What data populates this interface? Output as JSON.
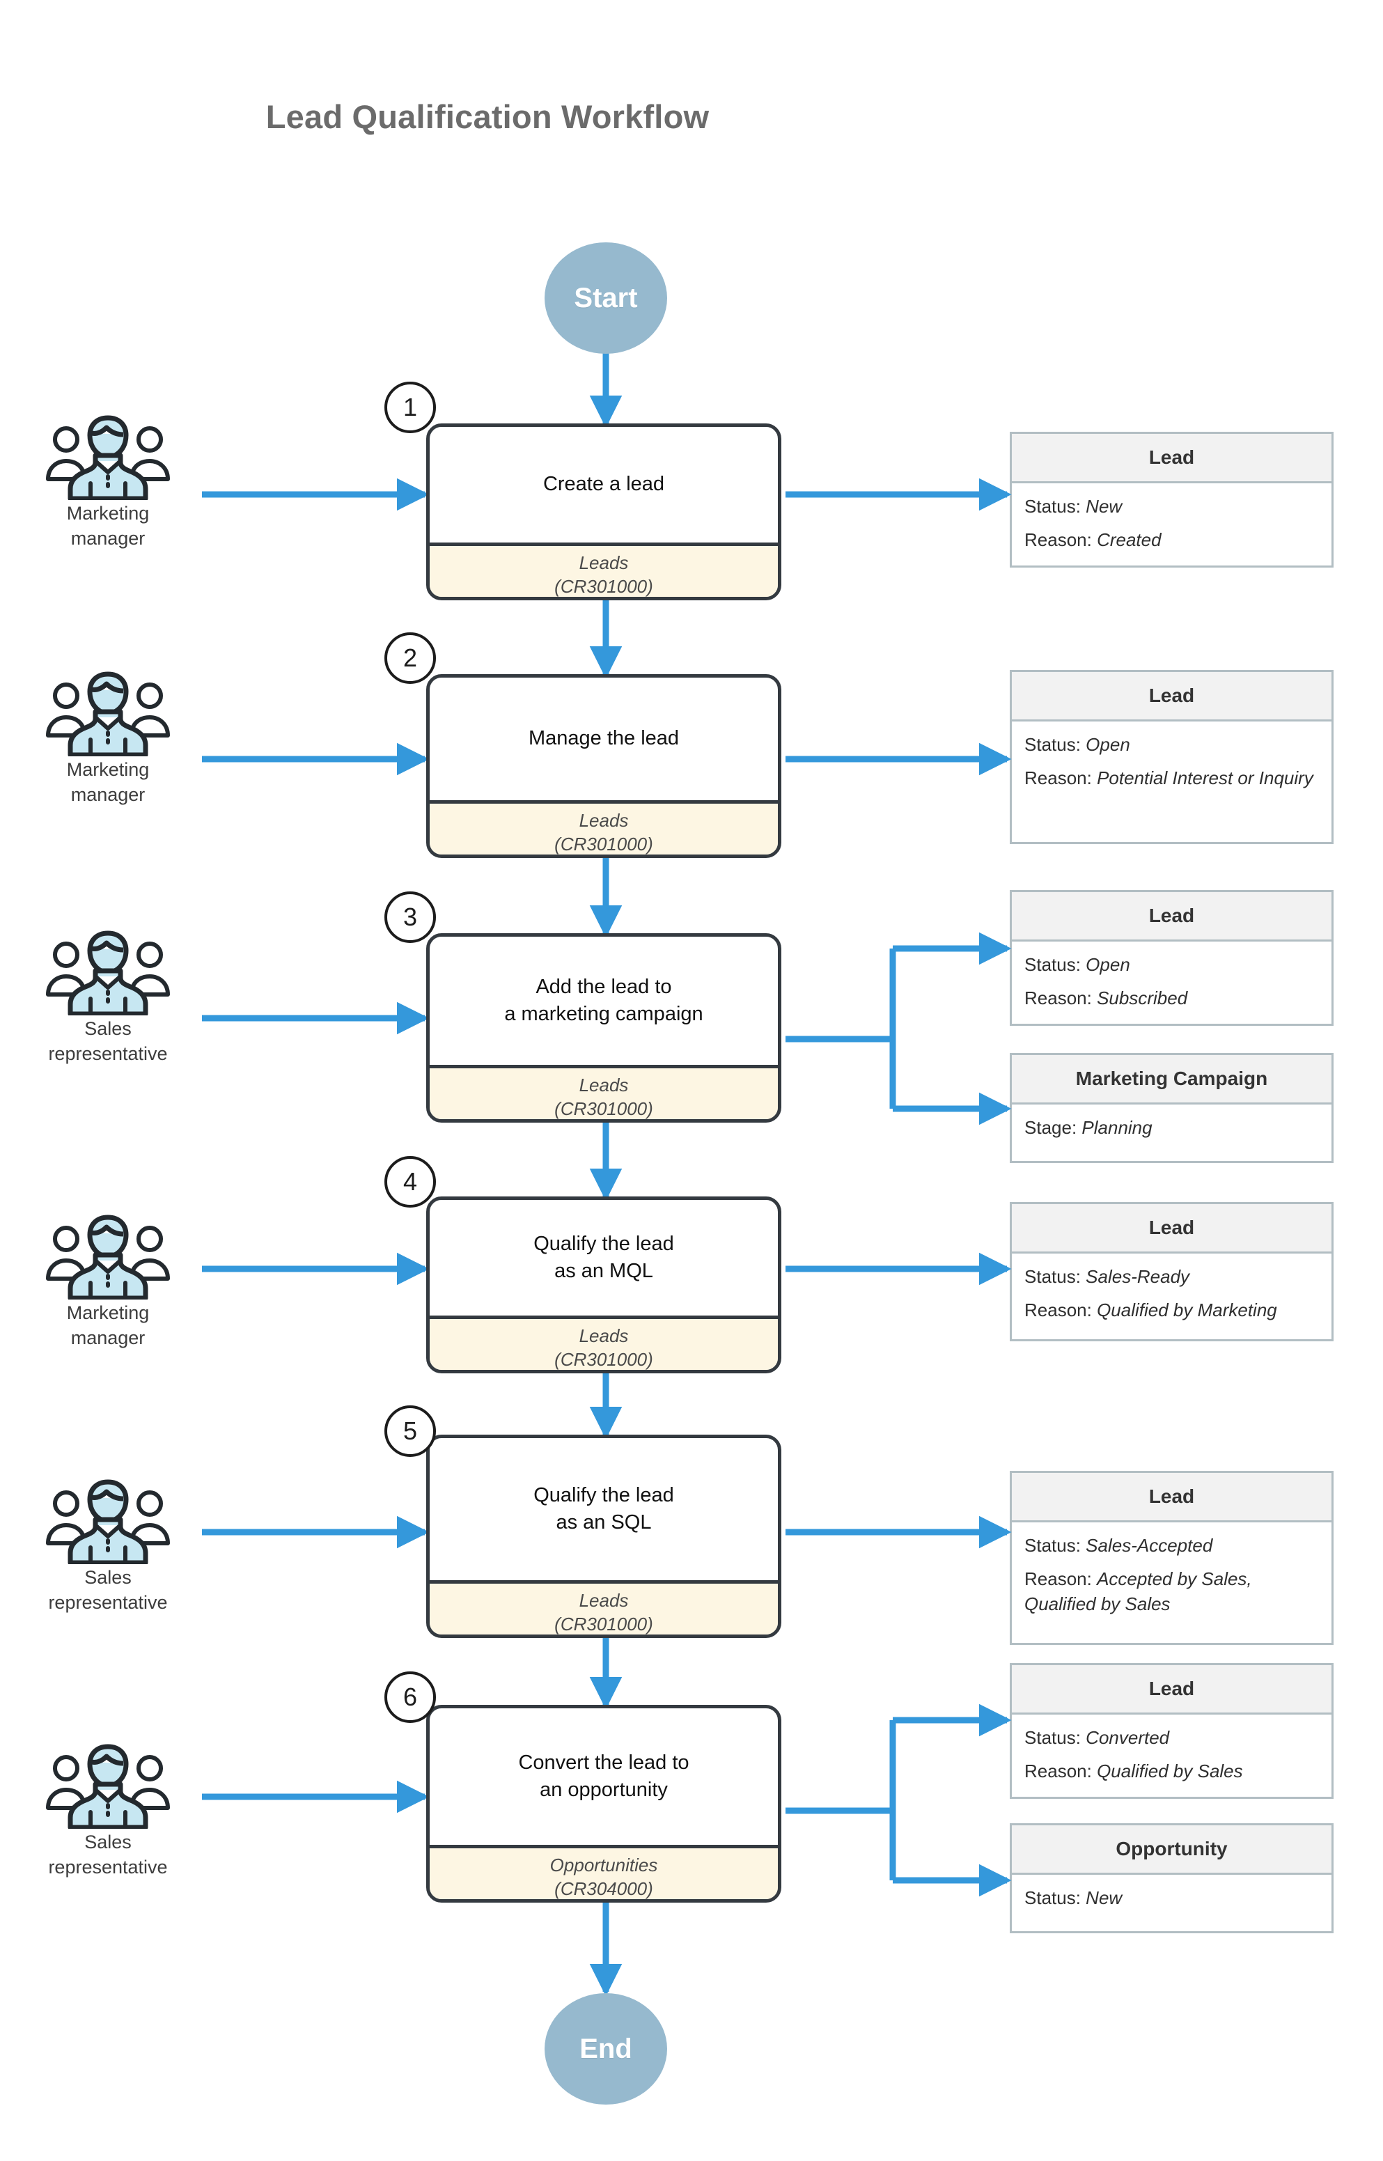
{
  "title": "Lead Qualification Workflow",
  "colors": {
    "arrow": "#3498db",
    "terminator": "#96b9ce",
    "process_border": "#343a40",
    "process_footer_bg": "#fdf6e3",
    "infobox_border": "#b2bec3",
    "infobox_header_bg": "#f2f2f2",
    "title_text": "#6b6b6b",
    "actor_shirt": "#c7e7f2"
  },
  "terminators": {
    "start": "Start",
    "end": "End"
  },
  "steps": [
    {
      "number": "1",
      "action": [
        "Create a lead"
      ],
      "screen_name": "Leads",
      "screen_id": "(CR301000)",
      "actor": {
        "name": "actor-marketing-manager",
        "label": [
          "Marketing",
          "manager"
        ]
      },
      "outputs": [
        {
          "entity": "Lead",
          "fields": [
            {
              "label": "Status:",
              "value": "New"
            },
            {
              "label": "Reason:",
              "value": "Created"
            }
          ]
        }
      ]
    },
    {
      "number": "2",
      "action": [
        "Manage the lead"
      ],
      "screen_name": "Leads",
      "screen_id": "(CR301000)",
      "actor": {
        "name": "actor-marketing-manager",
        "label": [
          "Marketing",
          "manager"
        ]
      },
      "outputs": [
        {
          "entity": "Lead",
          "fields": [
            {
              "label": "Status:",
              "value": "Open"
            },
            {
              "label": "Reason:",
              "value": "Potential Interest or Inquiry"
            }
          ]
        }
      ]
    },
    {
      "number": "3",
      "action": [
        "Add the lead to",
        "a marketing campaign"
      ],
      "screen_name": "Leads",
      "screen_id": "(CR301000)",
      "actor": {
        "name": "actor-sales-representative",
        "label": [
          "Sales",
          "representative"
        ]
      },
      "outputs": [
        {
          "entity": "Lead",
          "fields": [
            {
              "label": "Status:",
              "value": "Open"
            },
            {
              "label": "Reason:",
              "value": "Subscribed"
            }
          ]
        },
        {
          "entity": "Marketing Campaign",
          "fields": [
            {
              "label": "Stage:",
              "value": "Planning"
            }
          ]
        }
      ]
    },
    {
      "number": "4",
      "action": [
        "Qualify the lead",
        "as an MQL"
      ],
      "screen_name": "Leads",
      "screen_id": "(CR301000)",
      "actor": {
        "name": "actor-marketing-manager",
        "label": [
          "Marketing",
          "manager"
        ]
      },
      "outputs": [
        {
          "entity": "Lead",
          "fields": [
            {
              "label": "Status:",
              "value": "Sales-Ready"
            },
            {
              "label": "Reason:",
              "value": "Qualified by Marketing"
            }
          ]
        }
      ]
    },
    {
      "number": "5",
      "action": [
        "Qualify the lead",
        "as an SQL"
      ],
      "screen_name": "Leads",
      "screen_id": "(CR301000)",
      "actor": {
        "name": "actor-sales-representative",
        "label": [
          "Sales",
          "representative"
        ]
      },
      "outputs": [
        {
          "entity": "Lead",
          "fields": [
            {
              "label": "Status:",
              "value": "Sales-Accepted"
            },
            {
              "label": "Reason:",
              "value": "Accepted by Sales, Qualified by Sales"
            }
          ]
        }
      ]
    },
    {
      "number": "6",
      "action": [
        "Convert the lead to",
        "an opportunity"
      ],
      "screen_name": "Opportunities",
      "screen_id": "(CR304000)",
      "actor": {
        "name": "actor-sales-representative",
        "label": [
          "Sales",
          "representative"
        ]
      },
      "outputs": [
        {
          "entity": "Lead",
          "fields": [
            {
              "label": "Status:",
              "value": "Converted"
            },
            {
              "label": "Reason:",
              "value": "Qualified by Sales"
            }
          ]
        },
        {
          "entity": "Opportunity",
          "fields": [
            {
              "label": "Status:",
              "value": "New"
            }
          ]
        }
      ]
    }
  ]
}
